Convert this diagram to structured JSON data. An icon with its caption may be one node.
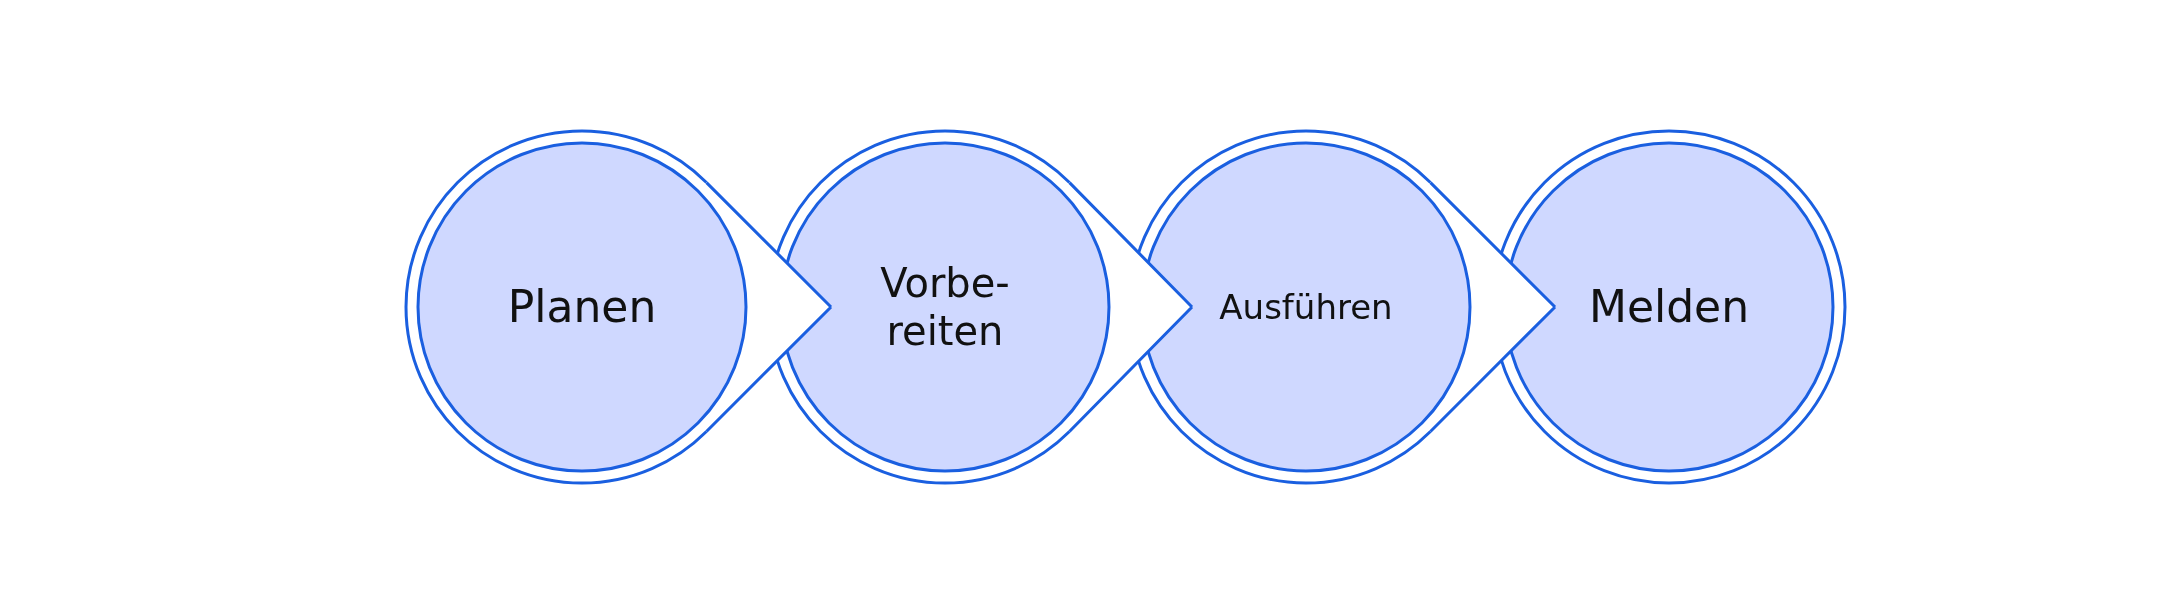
{
  "diagram": {
    "nodes": [
      {
        "text": [
          "Planen"
        ]
      },
      {
        "text": [
          "Vorbe- reiten"
        ]
      },
      {
        "text": [
          "Ausführen"
        ]
      },
      {
        "text": [
          "Melden"
        ]
      }
    ],
    "edges": [
      {
        "from": 0,
        "to": 1,
        "arrow": "to"
      },
      {
        "from": 1,
        "to": 2,
        "arrow": "to"
      },
      {
        "from": 2,
        "to": 3,
        "arrow": "to"
      }
    ]
  }
}
